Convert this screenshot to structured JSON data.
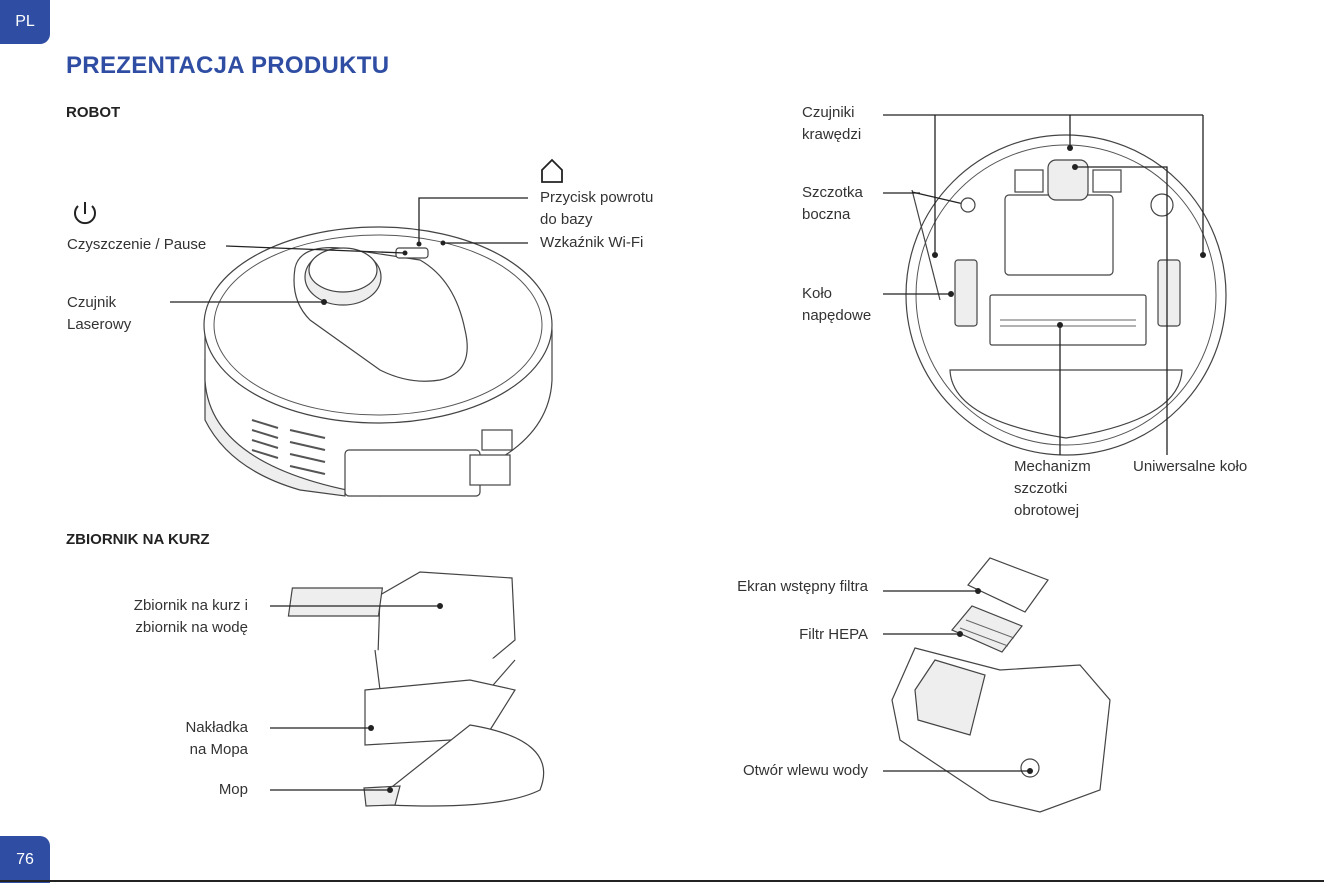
{
  "tabs": {
    "lang": "PL",
    "page": "76"
  },
  "title": "PREZENTACJA PRODUKTU",
  "sections": {
    "robot": "ROBOT",
    "dustbin": "ZBIORNIK NA KURZ"
  },
  "labels": {
    "home_button_1": "Przycisk powrotu",
    "home_button_2": "do bazy",
    "wifi": "Wzkaźnik Wi-Fi",
    "clean_pause": "Czyszczenie / Pause",
    "laser_1": "Czujnik",
    "laser_2": "Laserowy",
    "edge_1": "Czujniki",
    "edge_2": "krawędzi",
    "side_brush_1": "Szczotka",
    "side_brush_2": "boczna",
    "wheel_1": "Koło",
    "wheel_2": "napędowe",
    "roller_1": "Mechanizm",
    "roller_2": "szczotki",
    "roller_3": "obrotowej",
    "universal_wheel": "Uniwersalne koło",
    "tank_1": "Zbiornik na kurz i",
    "tank_2": "zbiornik na wodę",
    "mop_plate_1": "Nakładka",
    "mop_plate_2": "na Mopa",
    "mop": "Mop",
    "prefilter": "Ekran wstępny filtra",
    "hepa": "Filtr HEPA",
    "water_inlet": "Otwór wlewu wody"
  },
  "icons": {
    "home": "home-icon",
    "power": "power-icon"
  },
  "colors": {
    "accent": "#2f4ea3"
  }
}
